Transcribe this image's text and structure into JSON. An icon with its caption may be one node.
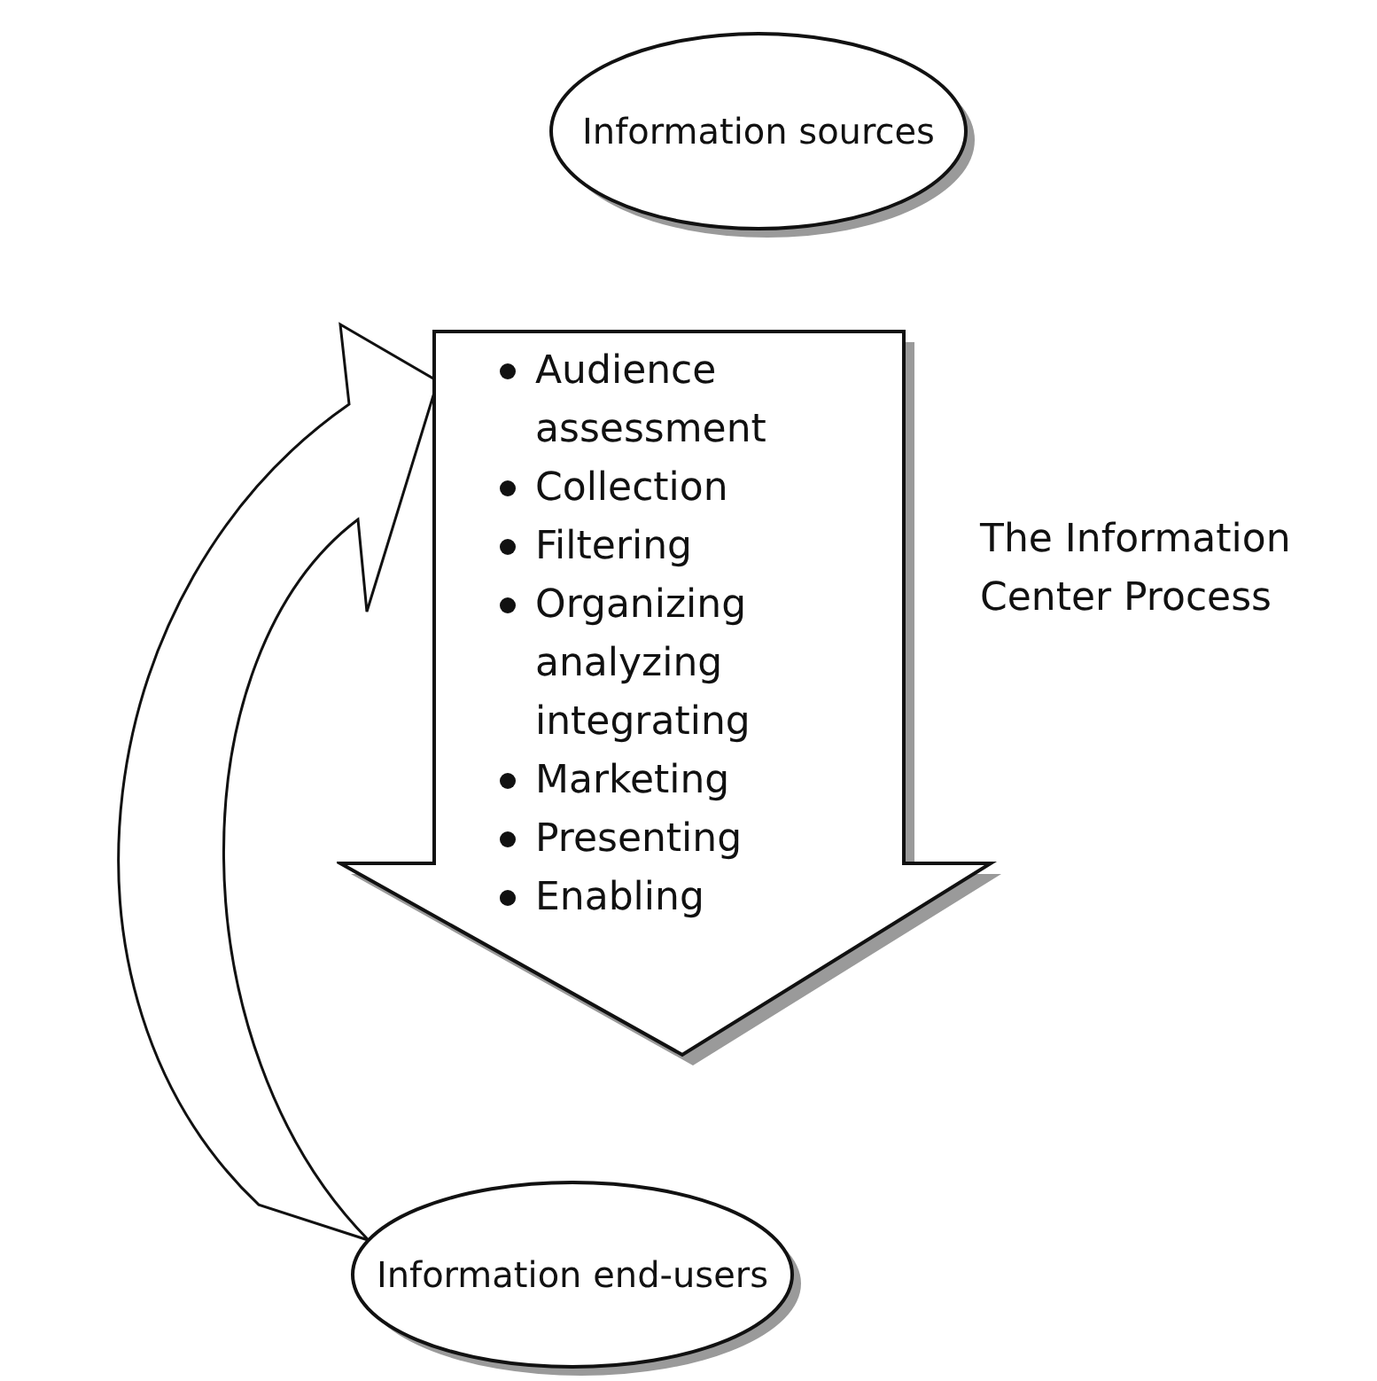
{
  "diagram": {
    "nodes": [
      {
        "text": [
          "Information sources"
        ]
      },
      {
        "text": [
          "Audience assessment",
          "Collection",
          "Filtering",
          "Organizing analyzing integrating",
          "Marketing",
          "Presenting",
          "Enabling"
        ],
        "beside": [
          "The Information Center Process"
        ]
      },
      {
        "text": [
          "Information end-users"
        ]
      }
    ],
    "edges": [
      {
        "from": 2,
        "to": 1,
        "arrow": "to"
      }
    ]
  }
}
